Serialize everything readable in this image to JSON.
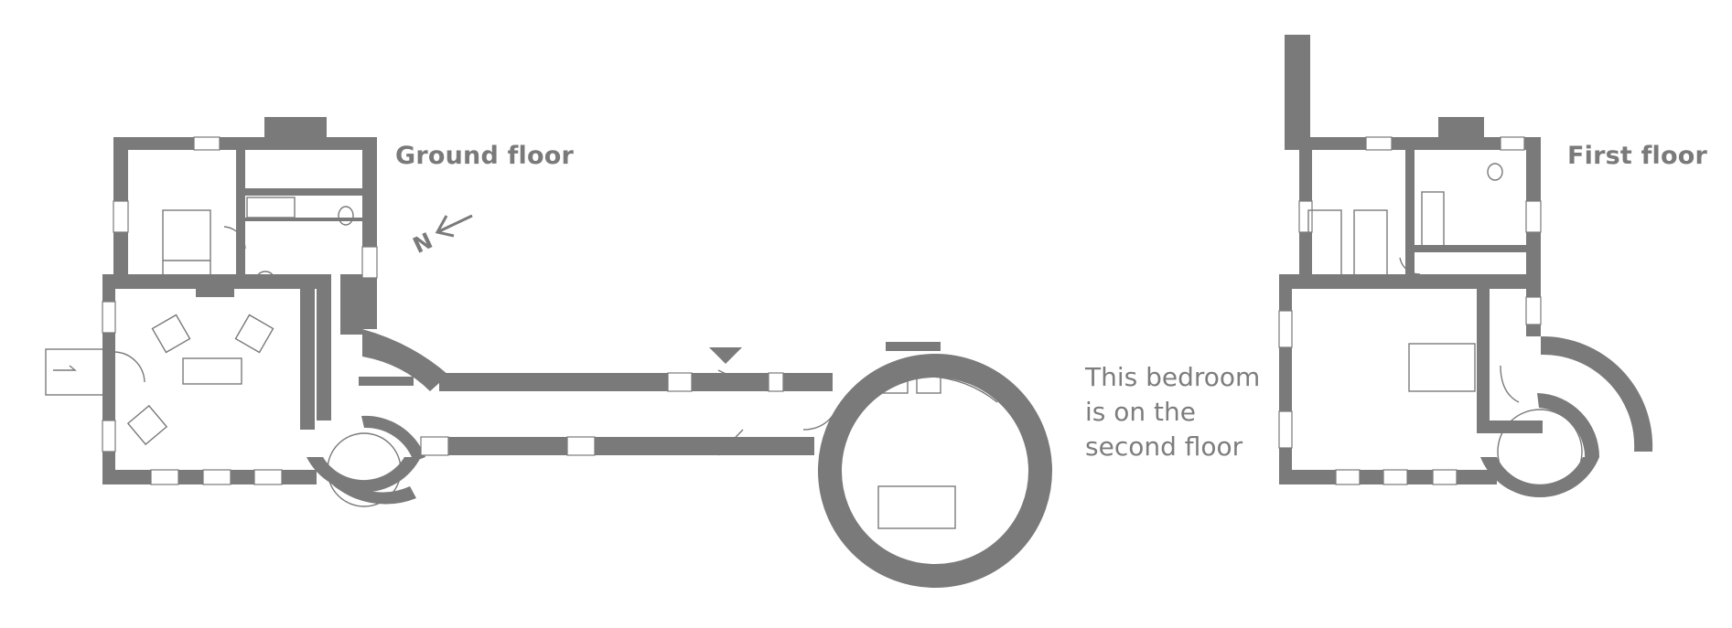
{
  "ground_floor": {
    "title": "Ground floor"
  },
  "first_floor": {
    "title": "First floor"
  },
  "note": {
    "lines": [
      "This bedroom",
      "is on the",
      "second floor"
    ]
  },
  "north_marker": {
    "letter": "N"
  },
  "colors": {
    "wall": "#7a7a7a",
    "fixture_stroke": "#7a7a7a",
    "text": "#7a7a7a",
    "background": "#ffffff"
  }
}
